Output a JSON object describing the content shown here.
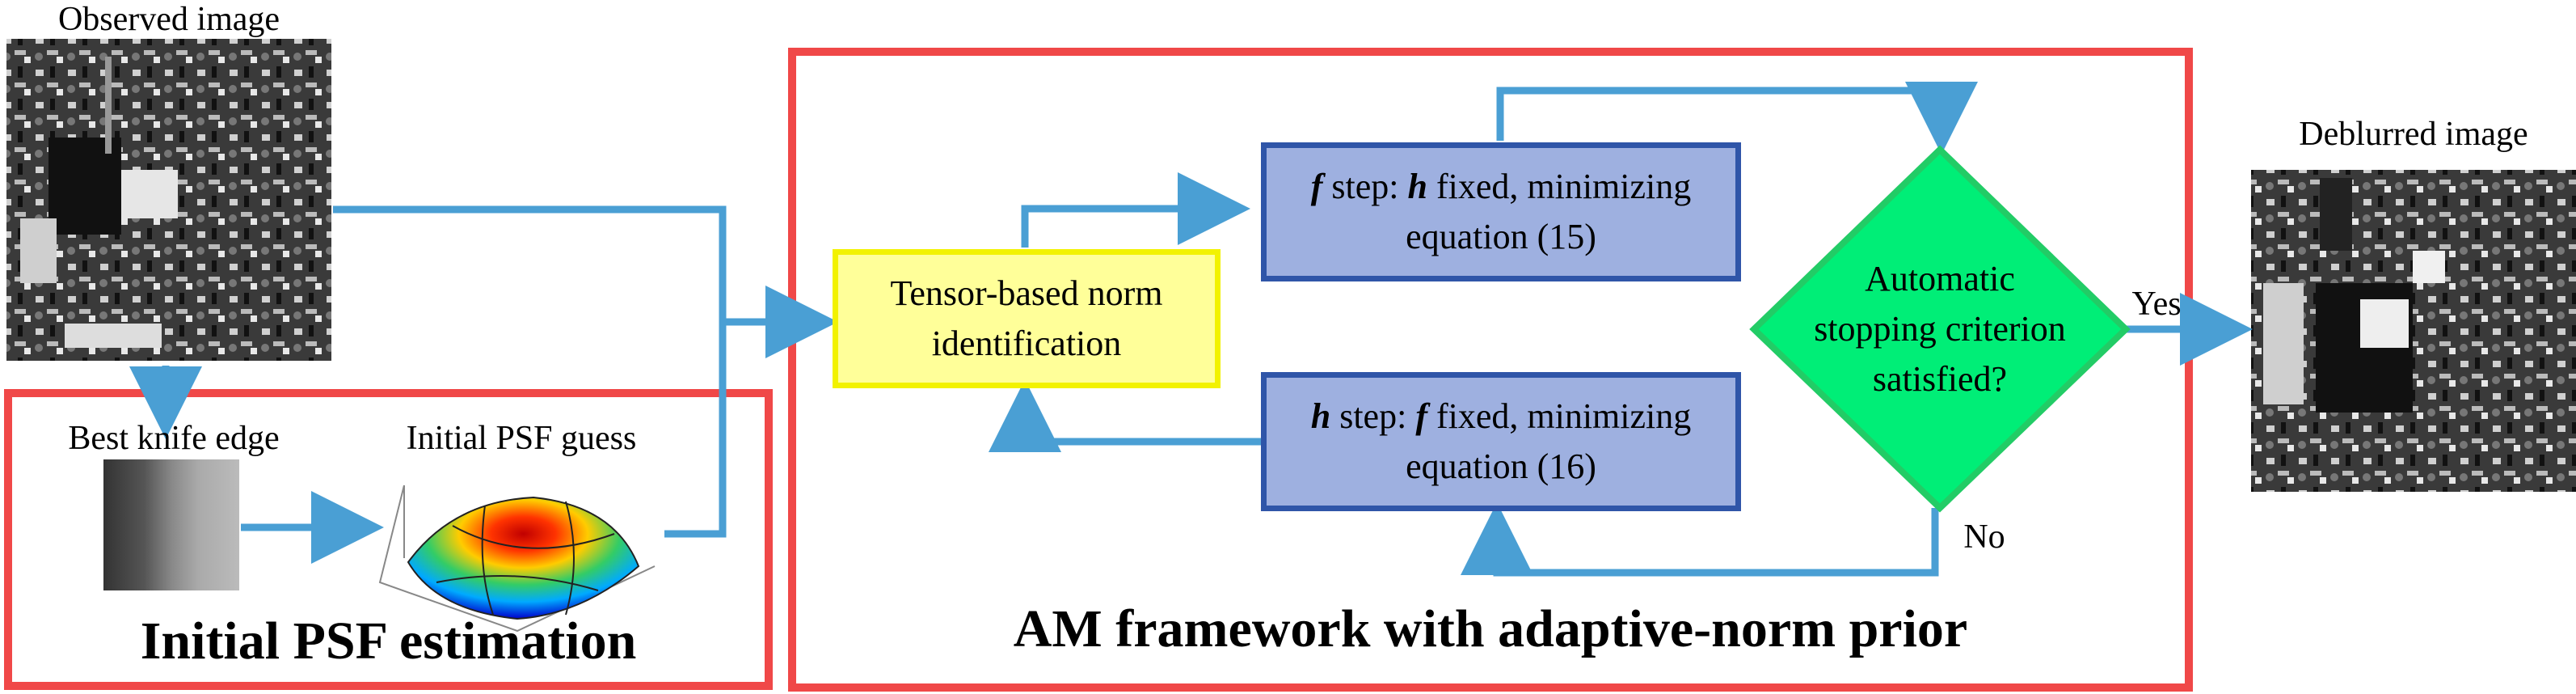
{
  "labels": {
    "observed": "Observed image",
    "deblurred": "Deblurred image",
    "best_knife_edge": "Best knife edge",
    "initial_psf_guess": "Initial PSF guess",
    "yes": "Yes",
    "no": "No"
  },
  "frames": {
    "psf_estimation_title": "Initial PSF estimation",
    "am_framework_title": "AM framework with adaptive-norm prior"
  },
  "boxes": {
    "tensor_line1": "Tensor-based norm",
    "tensor_line2": "identification",
    "f_step_var": "f",
    "f_step_mid": " step: ",
    "f_step_var2": "h",
    "f_step_rest": " fixed, minimizing",
    "f_step_line2": "equation (15)",
    "h_step_var": "h",
    "h_step_mid": " step: ",
    "h_step_var2": "f",
    "h_step_rest": " fixed, minimizing",
    "h_step_line2": "equation (16)",
    "decision_line1": "Automatic",
    "decision_line2": "stopping criterion",
    "decision_line3": "satisfied?"
  },
  "colors": {
    "frame_red": "#f04848",
    "arrow_blue": "#4a9fd4",
    "tensor_fill": "#ffff99",
    "tensor_border": "#f2f200",
    "step_fill": "#9eb0e0",
    "step_border": "#2f55a8",
    "decision_fill": "#00ee77",
    "decision_border": "#22cc66"
  }
}
